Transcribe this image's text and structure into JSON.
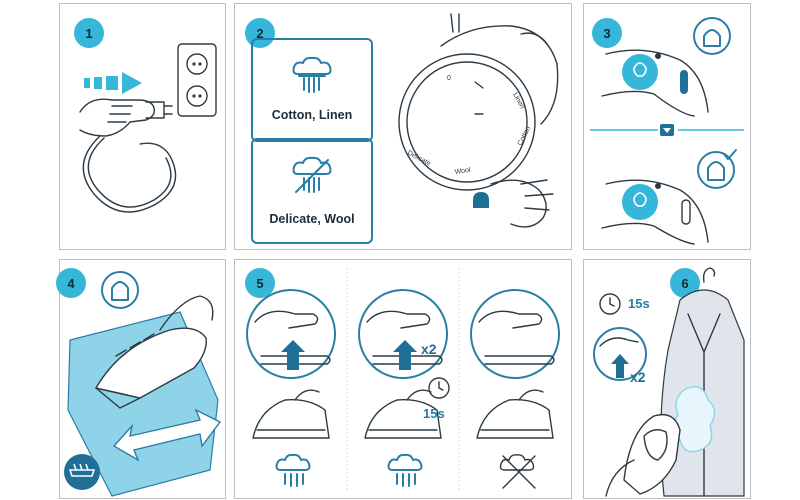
{
  "steps": [
    {
      "number": "1"
    },
    {
      "number": "2"
    },
    {
      "number": "3"
    },
    {
      "number": "4"
    },
    {
      "number": "5"
    },
    {
      "number": "6"
    }
  ],
  "step2": {
    "cotton_label": "Cotton, Linen",
    "delicate_label": "Delicate, Wool",
    "dial": {
      "zero": "0",
      "linen": "Linen",
      "cotton": "Cotton",
      "wool": "Wool",
      "delicate": "Delicate"
    }
  },
  "step5": {
    "multiplier": "x2",
    "timer": "15s"
  },
  "step6": {
    "timer": "15s",
    "multiplier": "x2"
  },
  "colors": {
    "accent": "#36b6d8",
    "dark_blue": "#1f6f97",
    "border": "#b9c0c6"
  }
}
